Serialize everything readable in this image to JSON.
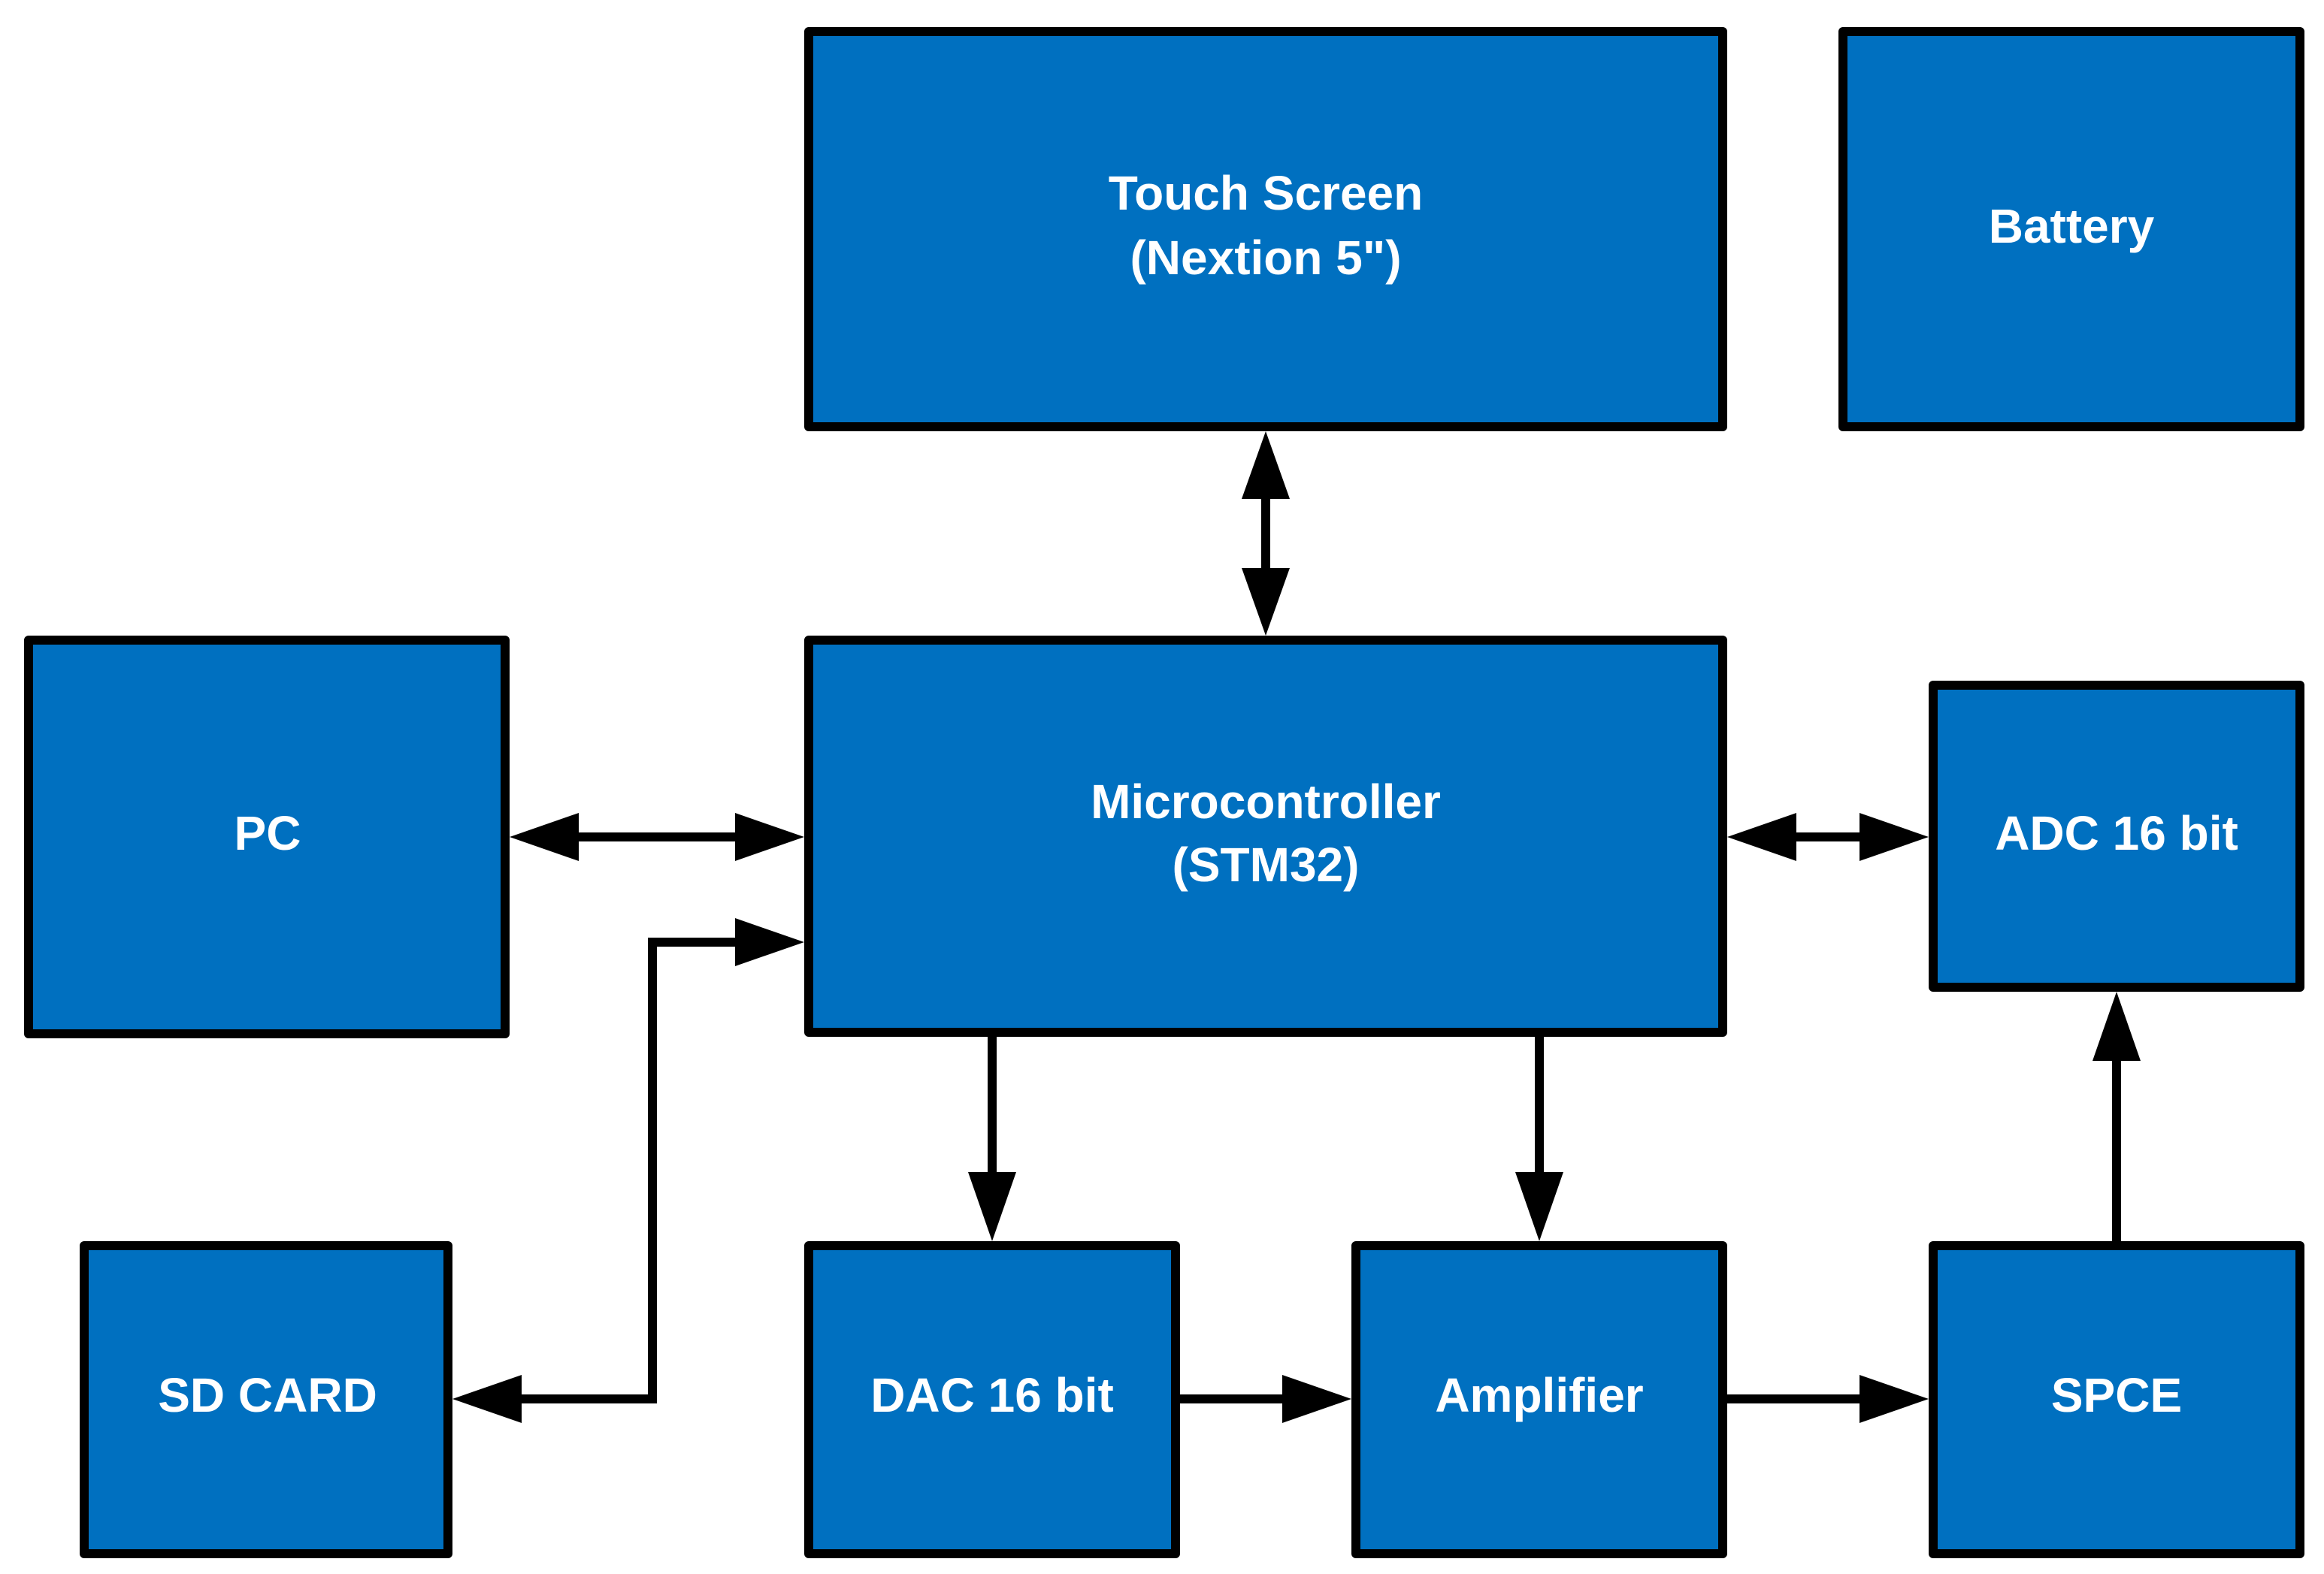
{
  "colors": {
    "block_fill": "#0070C0",
    "block_stroke": "#000000",
    "text": "#FFFFFF",
    "arrow": "#000000"
  },
  "blocks": {
    "touch_screen": {
      "line1": "Touch Screen",
      "line2": "(Nextion 5\")"
    },
    "battery": {
      "line1": "Battery"
    },
    "pc": {
      "line1": "PC"
    },
    "microcontroller": {
      "line1": "Microcontroller",
      "line2": "(STM32)"
    },
    "adc": {
      "line1": "ADC 16 bit"
    },
    "sd_card": {
      "line1": "SD CARD"
    },
    "dac": {
      "line1": "DAC 16 bit"
    },
    "amplifier": {
      "line1": "Amplifier"
    },
    "spce": {
      "line1": "SPCE"
    }
  },
  "connections": [
    {
      "from": "touch_screen",
      "to": "microcontroller",
      "direction": "bidirectional"
    },
    {
      "from": "pc",
      "to": "microcontroller",
      "direction": "bidirectional"
    },
    {
      "from": "microcontroller",
      "to": "adc",
      "direction": "bidirectional"
    },
    {
      "from": "sd_card",
      "to": "microcontroller",
      "direction": "bidirectional"
    },
    {
      "from": "microcontroller",
      "to": "dac",
      "direction": "forward"
    },
    {
      "from": "microcontroller",
      "to": "amplifier",
      "direction": "forward"
    },
    {
      "from": "dac",
      "to": "amplifier",
      "direction": "forward"
    },
    {
      "from": "amplifier",
      "to": "spce",
      "direction": "forward"
    },
    {
      "from": "spce",
      "to": "adc",
      "direction": "forward"
    }
  ]
}
